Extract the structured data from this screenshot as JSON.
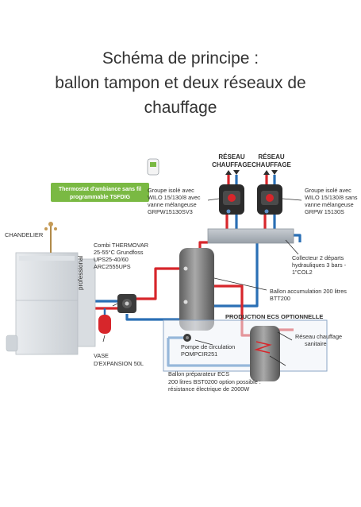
{
  "title": {
    "line1": "Schéma de principe :",
    "line2": "ballon tampon et deux réseaux de",
    "line3": "chauffage"
  },
  "labels": {
    "reseau1": [
      "RÉSEAU",
      "CHAUFFAGE"
    ],
    "reseau2": [
      "RÉSEAU",
      "CHAUFFAGE"
    ],
    "thermostat": [
      "Thermostat d'ambiance sans fil",
      "programmable TSFDIG"
    ],
    "groupe_left": [
      "Groupe isolé avec",
      "WILO 15/130/8 avec",
      "vanne mélangeuse",
      "GRPW15130SV3"
    ],
    "groupe_right": [
      "Groupe isolé avec",
      "WILO 15/130/8 sans",
      "vanne mélangeuse",
      "GRPW 15130S"
    ],
    "chandelier": "CHANDELIER",
    "combi": [
      "Combi THERMOVAR",
      "25-55°C Grundfoss",
      "UPS25-40/60",
      "ARC2555UPS"
    ],
    "collecteur": [
      "Collecteur 2 départs",
      "hydrauliques 3 bars -",
      "1\"COL2"
    ],
    "ballon_accu": [
      "Ballon accumulation 200 litres",
      "BTT200"
    ],
    "production_ecs": "PRODUCTION ECS OPTIONNELLE",
    "pompe": [
      "Pompe de circulation",
      "POMPCIR251"
    ],
    "reseau_sanitaire": [
      "Réseau chauffage",
      "sanitaire"
    ],
    "vase": [
      "VASE",
      "D'EXPANSION 50L"
    ],
    "ballon_prep": [
      "Ballon préparateur ECS",
      "200 litres BST0200 option possible :",
      "résistance électrique de 2000W"
    ],
    "boiler_brand": "professional"
  },
  "colors": {
    "hot": "#d7262b",
    "cold": "#2a6fb5",
    "thermostat_bg": "#7ab943",
    "collector": "#a9b0b8",
    "tank": "#7d7d7d"
  }
}
